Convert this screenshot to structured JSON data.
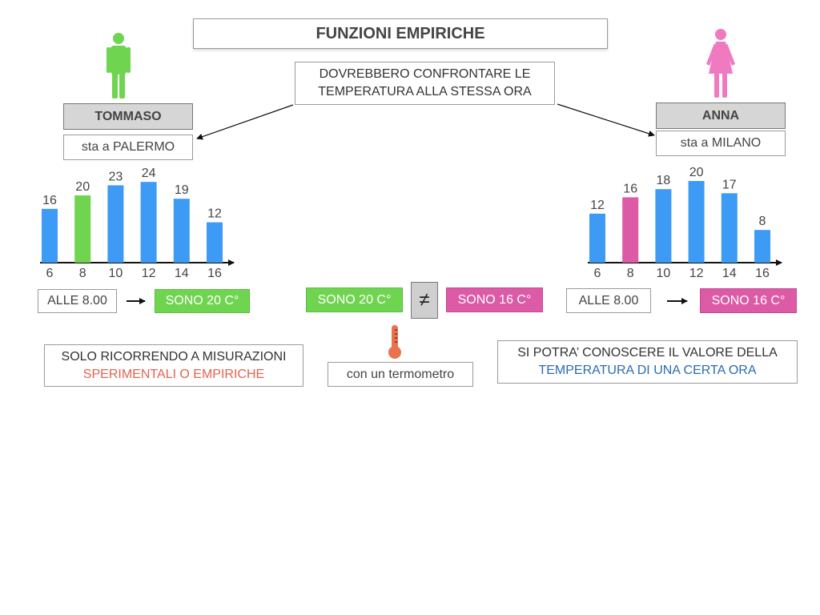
{
  "title": "FUNZIONI EMPIRICHE",
  "center_note": [
    "DOVREBBERO CONFRONTARE LE",
    "TEMPERATURA ALLA STESSA ORA"
  ],
  "left": {
    "name": "TOMMASO",
    "place": "sta a PALERMO",
    "time_label": "ALLE 8.00",
    "result": "SONO 20 C°",
    "note_line1": "SOLO RICORRENDO A MISURAZIONI",
    "note_line2": "SPERIMENTALI O EMPIRICHE",
    "person_color": "#6fd44f"
  },
  "right": {
    "name": "ANNA",
    "place": "sta a MILANO",
    "time_label": "ALLE 8.00",
    "result": "SONO 16 C°",
    "note_line1": "SI POTRA’ CONOSCERE IL VALORE DELLA",
    "note_line2": "TEMPERATURA DI UNA CERTA ORA",
    "person_color": "#f07ac0"
  },
  "middle": {
    "left_value": "SONO 20 C°",
    "neq_symbol": "≠",
    "right_value": "SONO 16 C°",
    "tool": "con un termometro"
  },
  "colors": {
    "bar_blue": "#3d9af5",
    "bar_green": "#6fd44f",
    "bar_pink": "#dc5aa6",
    "thermometer": "#e8734c"
  },
  "chart_data": [
    {
      "type": "bar",
      "categories": [
        "6",
        "8",
        "10",
        "12",
        "14",
        "16"
      ],
      "values": [
        16,
        20,
        23,
        24,
        19,
        12
      ],
      "highlight_index": 1,
      "highlight_color": "#6fd44f"
    },
    {
      "type": "bar",
      "categories": [
        "6",
        "8",
        "10",
        "12",
        "14",
        "16"
      ],
      "values": [
        12,
        16,
        18,
        20,
        17,
        8
      ],
      "highlight_index": 1,
      "highlight_color": "#dc5aa6"
    }
  ]
}
